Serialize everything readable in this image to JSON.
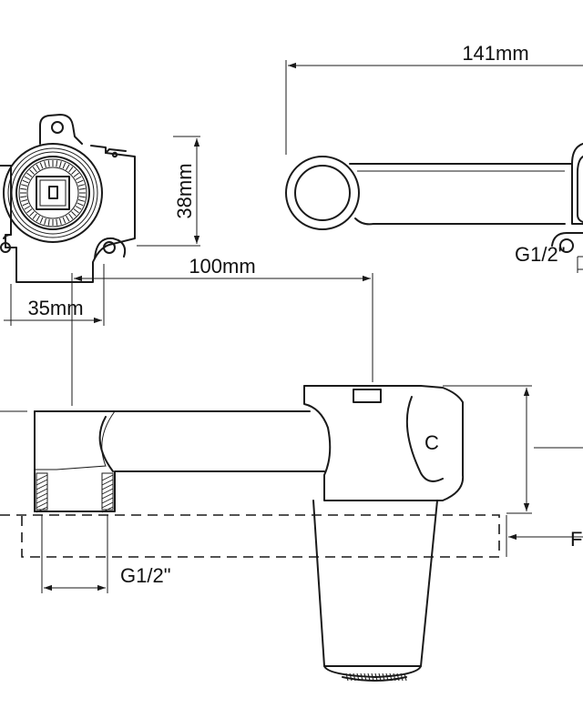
{
  "dimensions": {
    "width_141": "141mm",
    "height_38": "38mm",
    "width_35": "35mm",
    "width_100": "100mm",
    "thread_top": "G1/2\"",
    "thread_bottom": "G1/2\""
  },
  "markings": {
    "cold_letter": "C",
    "edge_letter": "F"
  },
  "colors": {
    "ink": "#1a1a1a",
    "background": "#ffffff"
  }
}
